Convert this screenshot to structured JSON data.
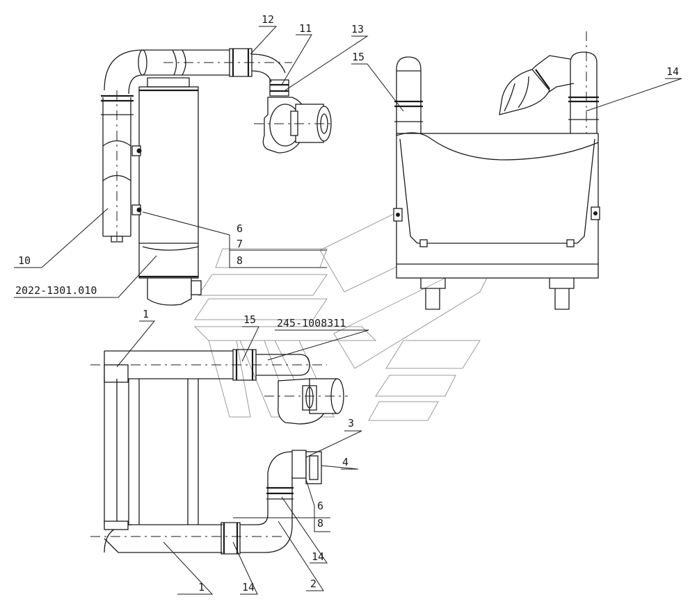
{
  "callouts": {
    "c12": "12",
    "c11": "11",
    "c13": "13",
    "c15_top": "15",
    "c14_top": "14",
    "c10": "10",
    "c6_top": "6",
    "c7_top": "7",
    "c8_top": "8",
    "part_filter": "2022-1301.010",
    "c1_top": "1",
    "c15_bottom": "15",
    "part_turbo": "245-1008311",
    "c3": "3",
    "c4": "4",
    "c6_bottom": "6",
    "c8_bottom": "8",
    "c14_mid": "14",
    "c1_bottom": "1",
    "c14_bottom": "14",
    "c2": "2"
  }
}
